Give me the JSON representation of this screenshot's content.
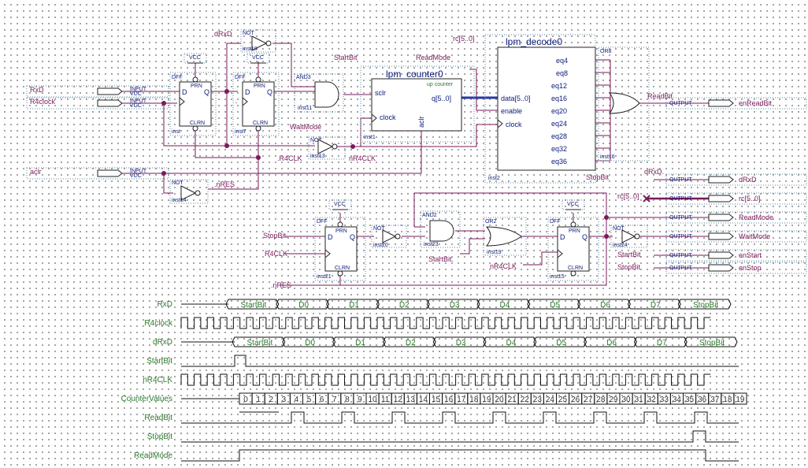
{
  "inputs": [
    {
      "label": "RxD",
      "pin": "INPUT",
      "vcc": "VCC"
    },
    {
      "label": "R4clock",
      "pin": "INPUT",
      "vcc": "VCC"
    },
    {
      "label": "aclr",
      "pin": "INPUT",
      "vcc": "VCC"
    }
  ],
  "outputs": [
    {
      "pin": "OUTPUT",
      "label": "enReadBit",
      "net": "ReadBit"
    },
    {
      "pin": "OUTPUT",
      "label": "dRxD",
      "net": "dRxD"
    },
    {
      "pin": "OUTPUT",
      "label": "rc[5..0]",
      "net": "rc[5..0]"
    },
    {
      "pin": "OUTPUT",
      "label": "ReadMode",
      "net": ""
    },
    {
      "pin": "OUTPUT",
      "label": "WaitMode",
      "net": ""
    },
    {
      "pin": "OUTPUT",
      "label": "enStart",
      "net": "StartBit"
    },
    {
      "pin": "OUTPUT",
      "label": "enStop",
      "net": "StopBit"
    }
  ],
  "components": {
    "dff": {
      "type": "DFF",
      "prn": "PRN",
      "clrn": "CLRN",
      "d": "D",
      "q": "Q",
      "vcc": "VCC"
    },
    "inst": "inst",
    "inst7": "inst7",
    "inst21": "inst21",
    "inst15": "inst15",
    "not": "NOT",
    "inst10": "inst10",
    "inst13": "inst13",
    "inst14": "inst14",
    "inst20": "inst20",
    "inst24": "inst24",
    "and3": "AND3",
    "inst11": "inst11",
    "and2": "AND2",
    "inst23": "inst23",
    "or2": "OR2",
    "inst19": "inst19",
    "counter": {
      "title": "lpm_counter0",
      "sclr": "sclr",
      "clock": "clock",
      "aclr": "aclr",
      "q": "q[5..0]",
      "mode": "up counter",
      "inst": "inst1"
    },
    "decoder": {
      "title": "lpm_decode0",
      "data": "data[5..0]",
      "enable": "enable",
      "clock": "clock",
      "outputs": [
        "eq4",
        "eq8",
        "eq12",
        "eq16",
        "eq20",
        "eq24",
        "eq28",
        "eq32",
        "eq36"
      ],
      "inst": "inst2"
    },
    "or8": {
      "type": "OR8",
      "inst": "inst16"
    }
  },
  "nets": {
    "drxd": "dRxD",
    "startbit": "StartBit",
    "readmode": "ReadMode",
    "rc": "rc[5..0]",
    "waitmode": "WaitMode",
    "r4clk": ".R4CLK",
    "nr4clk": "nR4CLK",
    "nres": ".nRES",
    "stopbit": "StopBit",
    "readbit": "ReadBit",
    "stopbit_in": "StopBit.",
    "r4clk_in": "R4CLK",
    "startbit_in": "StartBit.",
    "nr4clk_in": "nR4CLK",
    "nres_in": "nRES",
    "startbit_dot": "StartBit.",
    "stopbit_dot": "StopBit.",
    "drxd_dot": "dRxD."
  },
  "waveforms": {
    "rows": [
      {
        "name": "RxD",
        "type": "bus",
        "segments": [
          "StartBit",
          "D0",
          "D1",
          "D2",
          "D3",
          "D4",
          "D5",
          "D6",
          "D7",
          "StopBit"
        ]
      },
      {
        "name": "R4clock",
        "type": "clock"
      },
      {
        "name": "dRxD",
        "type": "bus",
        "segments": [
          "StartBit",
          "D0",
          "D1",
          "D2",
          "D3",
          "D4",
          "D5",
          "D6",
          "D7",
          "StopBit"
        ]
      },
      {
        "name": "StartBit",
        "type": "pulse"
      },
      {
        "name": "nR4CLK",
        "type": "clock"
      },
      {
        "name": "CounterValues",
        "type": "counter",
        "values": [
          0,
          1,
          2,
          3,
          4,
          5,
          6,
          7,
          8,
          9,
          10,
          11,
          12,
          13,
          14,
          15,
          16,
          17,
          18,
          19,
          20,
          21,
          22,
          23,
          24,
          25,
          26,
          27,
          28,
          29,
          30,
          31,
          32,
          33,
          34,
          35,
          36,
          37,
          18,
          19
        ]
      },
      {
        "name": "ReadBit",
        "type": "pulses"
      },
      {
        "name": "StopBit",
        "type": "pulse"
      },
      {
        "name": "ReadMode",
        "type": "level"
      }
    ]
  }
}
